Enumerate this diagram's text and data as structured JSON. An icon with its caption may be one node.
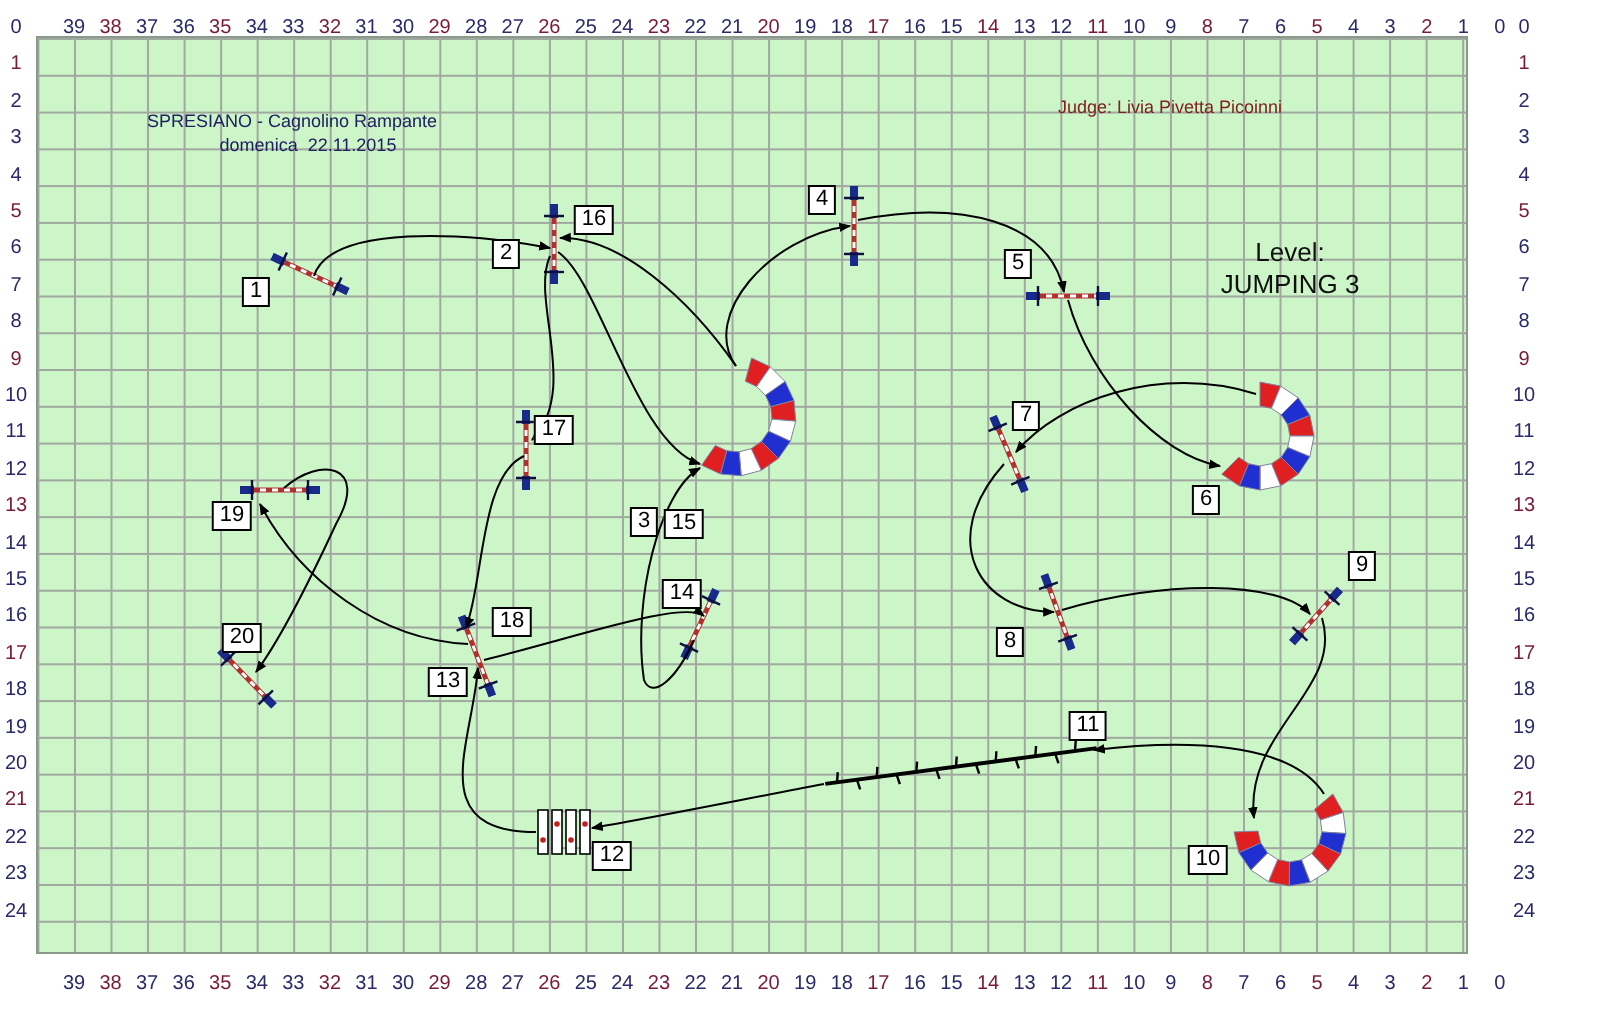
{
  "diagram": {
    "nodes": [
      {
        "text": [
          "1"
        ]
      },
      {
        "text": [
          "2"
        ]
      },
      {
        "text": [
          "3"
        ]
      },
      {
        "text": [
          "4"
        ]
      },
      {
        "text": [
          "5"
        ]
      },
      {
        "text": [
          "6"
        ]
      },
      {
        "text": [
          "7"
        ]
      },
      {
        "text": [
          "8"
        ]
      },
      {
        "text": [
          "9"
        ]
      },
      {
        "text": [
          "10"
        ]
      },
      {
        "text": [
          "11"
        ]
      },
      {
        "text": [
          "12"
        ]
      },
      {
        "text": [
          "13"
        ]
      },
      {
        "text": [
          "14"
        ]
      },
      {
        "text": [
          "15"
        ]
      },
      {
        "text": [
          "16"
        ]
      },
      {
        "text": [
          "17"
        ]
      },
      {
        "text": [
          "18"
        ]
      },
      {
        "text": [
          "19"
        ]
      },
      {
        "text": [
          "20"
        ]
      },
      {
        "text": [],
        "shape": "bar"
      },
      {
        "text": [],
        "shape": "bar"
      },
      {
        "text": [],
        "shape": "bar"
      },
      {
        "text": [],
        "shape": "bar"
      },
      {
        "text": [],
        "shape": "arc"
      },
      {
        "text": [],
        "shape": "arc"
      },
      {
        "text": [],
        "shape": "bar"
      },
      {
        "text": [],
        "shape": "bar"
      },
      {
        "text": [],
        "shape": "bar"
      },
      {
        "text": [],
        "shape": "bar"
      },
      {
        "text": [],
        "shape": "bar"
      },
      {
        "text": [],
        "shape": "bar"
      },
      {
        "text": [],
        "shape": "bar"
      },
      {
        "text": [],
        "shape": "bar"
      },
      {
        "text": [],
        "shape": "line"
      },
      {
        "text": [],
        "shape": "arc"
      },
      {
        "text": [],
        "shape": "picture"
      }
    ],
    "edges": [
      {
        "from": 20,
        "to": 21,
        "arrow": "to"
      },
      {
        "from": 21,
        "to": 24,
        "arrow": "to"
      },
      {
        "from": 24,
        "to": 22,
        "arrow": "to"
      },
      {
        "from": 22,
        "to": 23,
        "arrow": "to"
      },
      {
        "from": 23,
        "to": 25,
        "arrow": "to"
      },
      {
        "from": 25,
        "to": 27,
        "arrow": "to"
      },
      {
        "from": 27,
        "to": 30,
        "arrow": "to"
      },
      {
        "from": 30,
        "to": 29,
        "arrow": "to"
      },
      {
        "from": 29,
        "to": 35,
        "arrow": "to"
      },
      {
        "from": 35,
        "to": 34,
        "arrow": "to"
      },
      {
        "from": 34,
        "to": 36,
        "arrow": "to"
      },
      {
        "from": 36,
        "to": 32,
        "arrow": "to"
      },
      {
        "from": 32,
        "to": 31,
        "arrow": "to"
      },
      {
        "from": 31,
        "to": 24,
        "arrow": "to"
      },
      {
        "from": 24,
        "to": 21,
        "arrow": "to"
      },
      {
        "from": 21,
        "to": 26,
        "arrow": "to"
      },
      {
        "from": 26,
        "to": 32,
        "arrow": "to"
      },
      {
        "from": 32,
        "to": 28,
        "arrow": "to"
      },
      {
        "from": 28,
        "to": 33,
        "arrow": "to"
      }
    ],
    "labels": [
      "39",
      "38",
      "37",
      "36",
      "35",
      "34",
      "33",
      "32",
      "31",
      "30",
      "29",
      "28",
      "27",
      "26",
      "25",
      "24",
      "23",
      "22",
      "21",
      "20",
      "19",
      "18",
      "17",
      "16",
      "15",
      "14",
      "13",
      "12",
      "11",
      "10",
      "9",
      "8",
      "7",
      "6",
      "5",
      "4",
      "3",
      "2",
      "1",
      "0",
      "SPRESIANO - Cagnolino Rampante",
      "domenica  22.11.2015",
      "Judge: Livia Pivetta Picoinni",
      "Level: JUMPING 3",
      "0",
      "1",
      "2",
      "3",
      "4",
      "5",
      "6",
      "7",
      "8",
      "9",
      "10",
      "11",
      "12",
      "13",
      "14",
      "15",
      "16",
      "17",
      "18",
      "19",
      "20",
      "21",
      "22",
      "23",
      "24",
      "0",
      "1",
      "2",
      "3",
      "4",
      "5",
      "6",
      "7",
      "8",
      "9",
      "10",
      "11",
      "12",
      "13",
      "14",
      "15",
      "16",
      "17",
      "18",
      "19",
      "20",
      "21",
      "22",
      "23",
      "24",
      "39",
      "38",
      "37",
      "36",
      "35",
      "34",
      "33",
      "32",
      "31",
      "30",
      "29",
      "28",
      "27",
      "26",
      "25",
      "24",
      "23",
      "22",
      "21",
      "20",
      "19",
      "18",
      "17",
      "16",
      "15",
      "14",
      "13",
      "12",
      "11",
      "10",
      "9",
      "8",
      "7",
      "6",
      "5",
      "4",
      "3",
      "2",
      "1",
      "0"
    ]
  }
}
